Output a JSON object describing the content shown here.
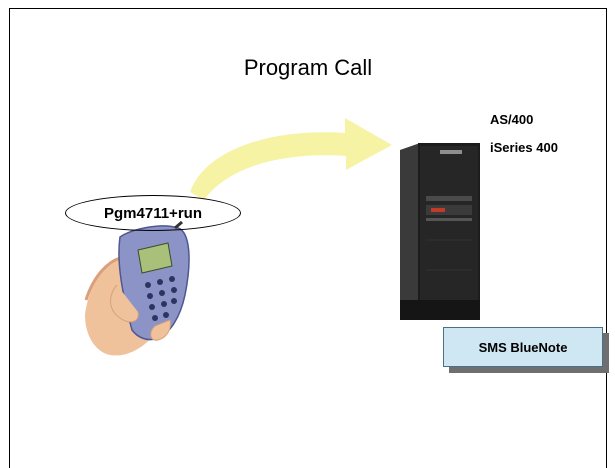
{
  "slide": {
    "title": "Program Call",
    "server_labels": [
      "AS/400",
      "iSeries 400"
    ],
    "command_label": "Pgm4711+run",
    "system_box_label": "SMS BlueNote"
  },
  "colors": {
    "arrow": "#f7f3a4",
    "box_fill": "#cfe6f3",
    "phone_body": "#8b93c7",
    "server_body": "#1c1c1c"
  },
  "icons": {
    "phone": "mobile-phone-in-hand",
    "server": "ibm-iseries-server-tower"
  }
}
